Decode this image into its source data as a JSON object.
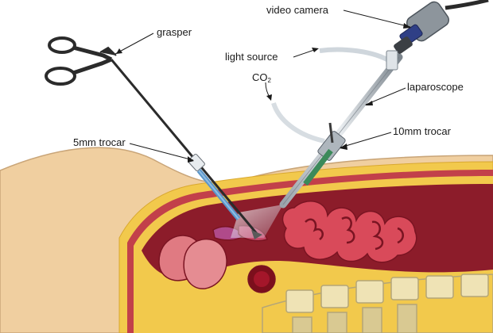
{
  "labels": {
    "video_camera": "video camera",
    "grasper": "grasper",
    "light_source": "light source",
    "co2_main": "CO",
    "co2_sub": "2",
    "laparoscope": "laparoscope",
    "trocar_5mm": "5mm trocar",
    "trocar_10mm": "10mm trocar"
  },
  "colors": {
    "skin": "#f0cfa0",
    "fat": "#f2c94c",
    "muscle": "#c2404a",
    "cavity": "#8c1c2a",
    "intestine": "#d94a5a",
    "bone": "#efe3b5",
    "instrument": "#2b2b2b",
    "trocar_blue": "#5c96c8"
  }
}
